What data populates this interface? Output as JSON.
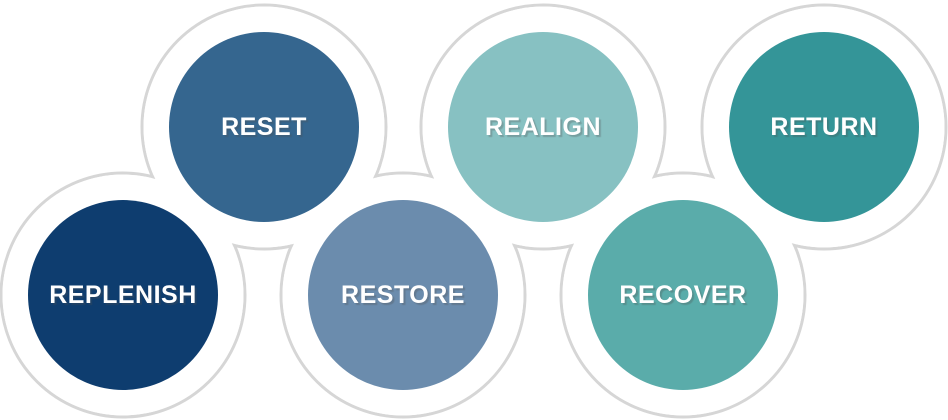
{
  "diagram": {
    "background_color": "#ffffff",
    "ring_color": "#d6d6d6",
    "label_text_color": "#ffffff",
    "circles": [
      {
        "id": "replenish",
        "label": "REPLENISH",
        "color": "#0e3d6f"
      },
      {
        "id": "reset",
        "label": "RESET",
        "color": "#35668f"
      },
      {
        "id": "restore",
        "label": "RESTORE",
        "color": "#6b8cad"
      },
      {
        "id": "realign",
        "label": "REALIGN",
        "color": "#87c1c2"
      },
      {
        "id": "recover",
        "label": "RECOVER",
        "color": "#5aacaa"
      },
      {
        "id": "return",
        "label": "RETURN",
        "color": "#349598"
      }
    ]
  }
}
